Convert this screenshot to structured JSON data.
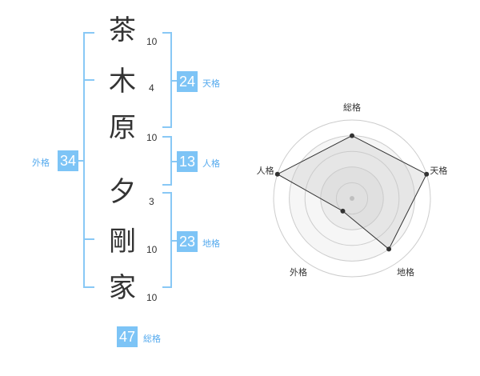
{
  "characters": [
    {
      "char": "茶",
      "strokes": "10"
    },
    {
      "char": "木",
      "strokes": "4"
    },
    {
      "char": "原",
      "strokes": "10"
    },
    {
      "char": "夕",
      "strokes": "3"
    },
    {
      "char": "剛",
      "strokes": "10"
    },
    {
      "char": "家",
      "strokes": "10"
    }
  ],
  "fortunes": {
    "tenkaku": {
      "value": "24",
      "label": "天格"
    },
    "jinkaku": {
      "value": "13",
      "label": "人格"
    },
    "chikaku": {
      "value": "23",
      "label": "地格"
    },
    "gaikaku": {
      "value": "34",
      "label": "外格"
    },
    "soukaku": {
      "value": "47",
      "label": "総格"
    }
  },
  "chart_data": {
    "type": "radar",
    "axes": [
      "総格",
      "天格",
      "地格",
      "外格",
      "人格"
    ],
    "values": [
      4,
      5,
      4,
      1,
      5
    ],
    "max": 5
  }
}
